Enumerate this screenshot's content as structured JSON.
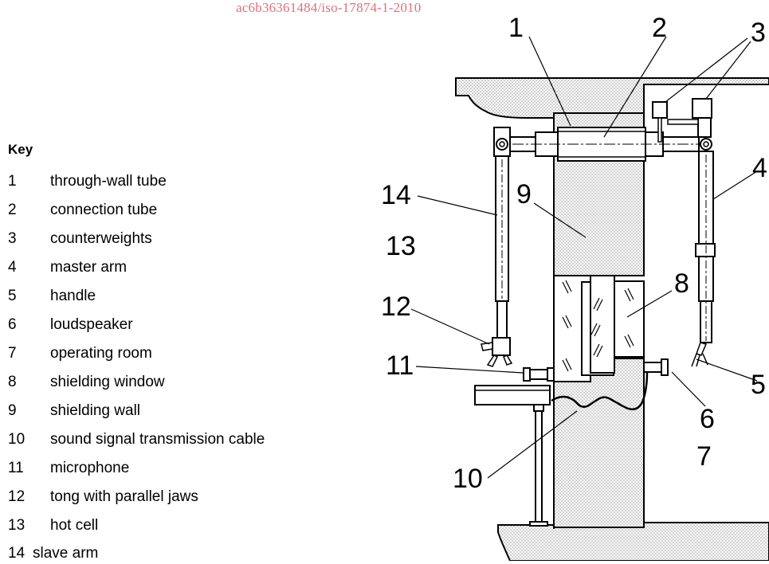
{
  "watermark": "ac6b36361484/iso-17874-1-2010",
  "key": {
    "heading": "Key",
    "items": [
      {
        "number": "1",
        "label": "through-wall tube"
      },
      {
        "number": "2",
        "label": "connection tube"
      },
      {
        "number": "3",
        "label": "counterweights"
      },
      {
        "number": "4",
        "label": "master arm"
      },
      {
        "number": "5",
        "label": "handle"
      },
      {
        "number": "6",
        "label": "loudspeaker"
      },
      {
        "number": "7",
        "label": "operating room"
      },
      {
        "number": "8",
        "label": "shielding window"
      },
      {
        "number": "9",
        "label": "shielding wall"
      },
      {
        "number": "10",
        "label": "sound signal transmission cable"
      },
      {
        "number": "11",
        "label": "microphone"
      },
      {
        "number": "12",
        "label": "tong with parallel jaws"
      },
      {
        "number": "13",
        "label": "hot cell"
      },
      {
        "number": "14",
        "label": "slave arm"
      }
    ]
  },
  "callouts": {
    "c1": "1",
    "c2": "2",
    "c3": "3",
    "c4": "4",
    "c5": "5",
    "c6": "6",
    "c7": "7",
    "c8": "8",
    "c9": "9",
    "c10": "10",
    "c11": "11",
    "c12": "12",
    "c13": "13",
    "c14": "14"
  }
}
